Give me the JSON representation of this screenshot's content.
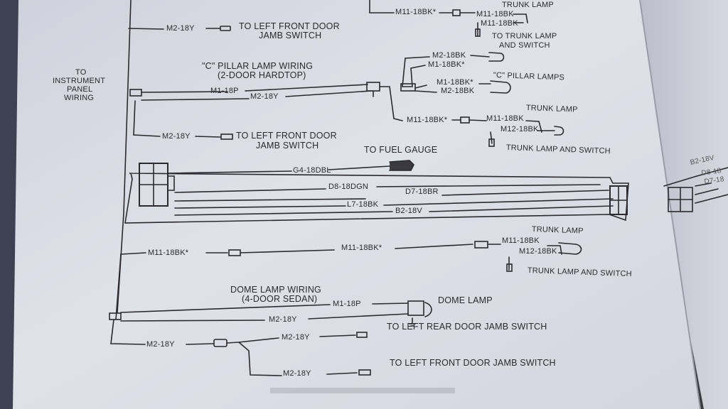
{
  "top_section": {
    "left_wire": "M2-18Y",
    "left_dest_line1": "TO LEFT FRONT DOOR",
    "left_dest_line2": "JAMB SWITCH",
    "trunk_lamp": "TRUNK LAMP",
    "wire_a": "M11-18BK*",
    "wire_b": "M11-18BK",
    "wire_c": "M11-18BK",
    "dest_line1": "TO TRUNK LAMP",
    "dest_line2": "AND SWITCH"
  },
  "instrument_panel": {
    "line1": "TO",
    "line2": "INSTRUMENT",
    "line3": "PANEL",
    "line4": "WIRING"
  },
  "c_pillar": {
    "title_line1": "\"C\" PILLAR LAMP WIRING",
    "title_line2": "(2-DOOR HARDTOP)",
    "wire_m1": "M1-18P",
    "wire_m2": "M2-18Y",
    "lamp_wires": [
      "M2-18BK",
      "M1-18BK*",
      "M1-18BK*",
      "M2-18BK"
    ],
    "lamps_label": "\"C\" PILLAR LAMPS",
    "trunk_lamp": "TRUNK LAMP",
    "trunk_wire_a": "M11-18BK*",
    "trunk_wire_b": "M11-18BK",
    "trunk_wire_c": "M12-18BK",
    "trunk_switch": "TRUNK LAMP AND SWITCH",
    "door_wire": "M2-18Y",
    "door_line1": "TO LEFT FRONT DOOR",
    "door_line2": "JAMB SWITCH"
  },
  "rear_harness": {
    "fuel_gauge": "TO FUEL GAUGE",
    "wire_g4": "G4-18DBL",
    "wire_d8": "D8-18DGN",
    "wire_d7": "D7-18BR",
    "wire_l7": "L7-18BK",
    "wire_b2": "B2-18V"
  },
  "trunk_lower": {
    "wire_left": "M11-18BK*",
    "wire_mid": "M11-18BK*",
    "wire_a": "M11-18BK",
    "wire_b": "M12-18BK",
    "trunk_lamp": "TRUNK LAMP",
    "trunk_switch": "TRUNK LAMP AND SWITCH"
  },
  "dome": {
    "title_line1": "DOME LAMP WIRING",
    "title_line2": "(4-DOOR SEDAN)",
    "wire_m1": "M1-18P",
    "wire_m2": "M2-18Y",
    "lamp": "DOME LAMP",
    "wire_main": "M2-18Y",
    "wire_rear": "M2-18Y",
    "rear_dest": "TO LEFT REAR DOOR JAMB SWITCH",
    "wire_front": "M2-18Y",
    "front_dest": "TO LEFT FRONT DOOR JAMB SWITCH"
  },
  "adjacent_page": {
    "wires": [
      "B2-18V",
      "D8-18",
      "D7-18"
    ]
  },
  "colors": {
    "paper": "#dcdee8",
    "ink": "#2a2a30",
    "background": "#3b3d44"
  }
}
